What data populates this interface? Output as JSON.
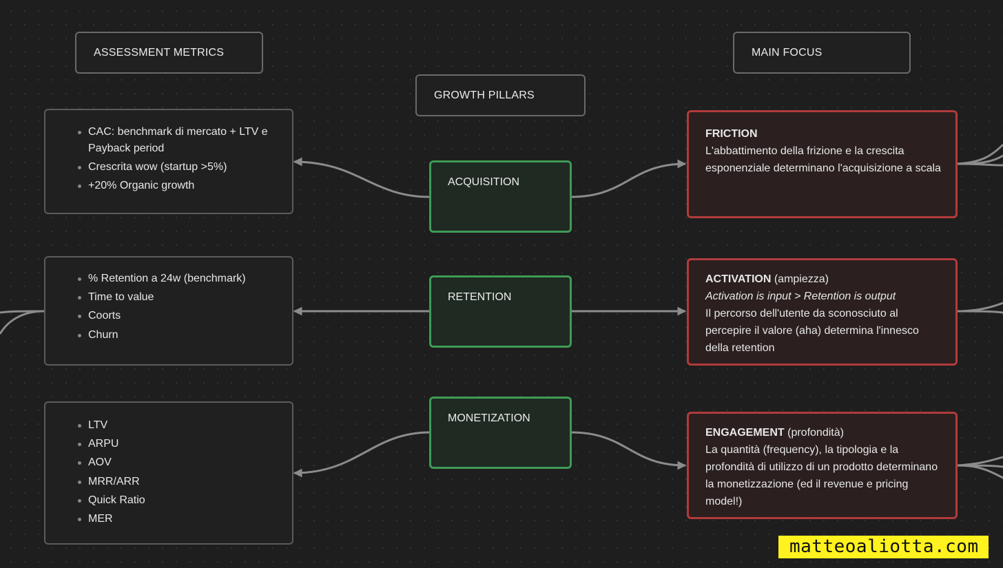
{
  "headers": {
    "assessment": "ASSESSMENT METRICS",
    "pillars": "GROWTH PILLARS",
    "focus": "MAIN FOCUS"
  },
  "metrics": {
    "acquisition": [
      "CAC: benchmark di mercato + LTV e Payback period",
      "Crescrita wow (startup >5%)",
      "+20% Organic growth"
    ],
    "retention": [
      "% Retention a 24w (benchmark)",
      "Time to value",
      "Coorts",
      "Churn"
    ],
    "monetization": [
      "LTV",
      "ARPU",
      "AOV",
      "MRR/ARR",
      "Quick Ratio",
      "MER"
    ]
  },
  "pillars": {
    "acquisition": "ACQUISITION",
    "retention": "RETENTION",
    "monetization": "MONETIZATION"
  },
  "focus": {
    "friction": {
      "title": "FRICTION",
      "body": "L'abbattimento della frizione e la crescita esponenziale determinano l'acquisizione a scala"
    },
    "activation": {
      "title": "ACTIVATION",
      "qualifier": " (ampiezza)",
      "italic": "Activation is input > Retention is output",
      "body": "Il percorso dell'utente da sconosciuto al percepire il valore (aha) determina l'innesco della retention"
    },
    "engagement": {
      "title": "ENGAGEMENT",
      "qualifier": " (profondità)",
      "body": "La quantità (frequency), la tipologia e la profondità di utilizzo di un prodotto determinano la monetizzazione (ed il revenue e pricing model!)"
    }
  },
  "watermark": "matteoaliotta.com",
  "colors": {
    "background": "#1e1e1e",
    "pillar_border": "#3f9b56",
    "focus_border": "#b23b3b",
    "connector": "#8c8c8c",
    "watermark_bg": "#fff21e"
  }
}
